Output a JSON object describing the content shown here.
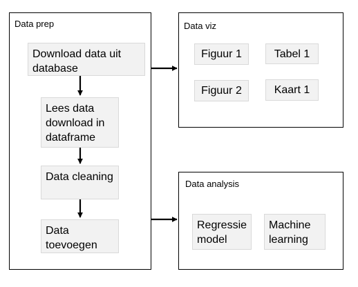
{
  "panels": {
    "prep": {
      "title": "Data prep",
      "steps": [
        "Download data uit database",
        "Lees data download in dataframe",
        "Data cleaning",
        "Data toevoegen"
      ]
    },
    "viz": {
      "title": "Data viz",
      "items": [
        "Figuur 1",
        "Tabel 1",
        "Figuur 2",
        "Kaart 1"
      ]
    },
    "analysis": {
      "title": "Data analysis",
      "items": [
        "Regressie model",
        "Machine learning"
      ]
    }
  },
  "colors": {
    "border": "#000000",
    "box_fill": "#f2f2f2",
    "box_border": "#d9d9d9"
  }
}
